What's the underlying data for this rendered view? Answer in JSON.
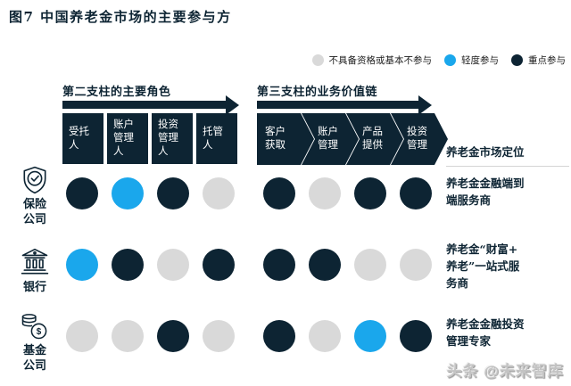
{
  "title": "图7 中国养老金市场的主要参与方",
  "legend": [
    {
      "label": "不具备资格或基本不参与",
      "level": "none"
    },
    {
      "label": "轻度参与",
      "level": "light"
    },
    {
      "label": "重点参与",
      "level": "key"
    }
  ],
  "colors": {
    "key": "#0d2433",
    "light": "#1aa7ec",
    "none": "#d9d9d9"
  },
  "pillar2": {
    "header": "第二支柱的主要角色",
    "columns": [
      "受托\n人",
      "账户\n管理\n人",
      "投资\n管理\n人",
      "托管\n人"
    ]
  },
  "pillar3": {
    "header": "第三支柱的业务价值链",
    "columns": [
      "客户\n获取",
      "账户\n管理",
      "产品\n提供",
      "投资\n管理"
    ]
  },
  "positioning_header": "养老金市场定位",
  "rows": [
    {
      "entity": "保险\n公司",
      "icon": "shield-check-icon",
      "participation": [
        "key",
        "light",
        "key",
        "none",
        "key",
        "none",
        "key",
        "key"
      ],
      "positioning": "养老金金融端到\n端服务商"
    },
    {
      "entity": "银行",
      "icon": "bank-icon",
      "participation": [
        "light",
        "key",
        "none",
        "key",
        "key",
        "key",
        "none",
        "none"
      ],
      "positioning": "养老金“财富+\n养老”一站式服\n务商"
    },
    {
      "entity": "基金\n公司",
      "icon": "coins-icon",
      "participation": [
        "none",
        "none",
        "key",
        "none",
        "key",
        "none",
        "light",
        "key"
      ],
      "positioning": "养老金金融投资\n管理专家"
    }
  ],
  "watermark": "头条 @未来智库"
}
